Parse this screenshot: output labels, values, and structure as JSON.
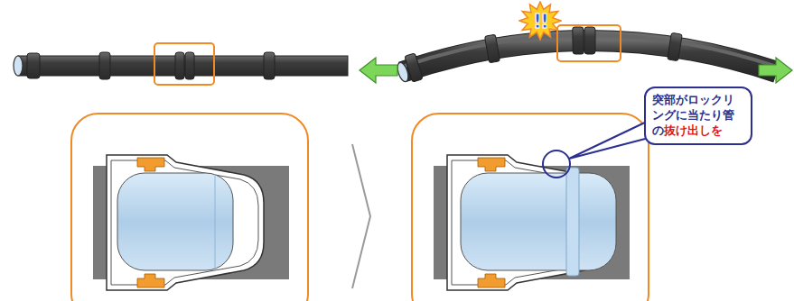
{
  "diagram": {
    "nodes": [
      {
        "text": [
          "!!"
        ]
      },
      {
        "text": [
          "突部がロックリングに当たり管の",
          "抜け出しを"
        ]
      }
    ]
  }
}
